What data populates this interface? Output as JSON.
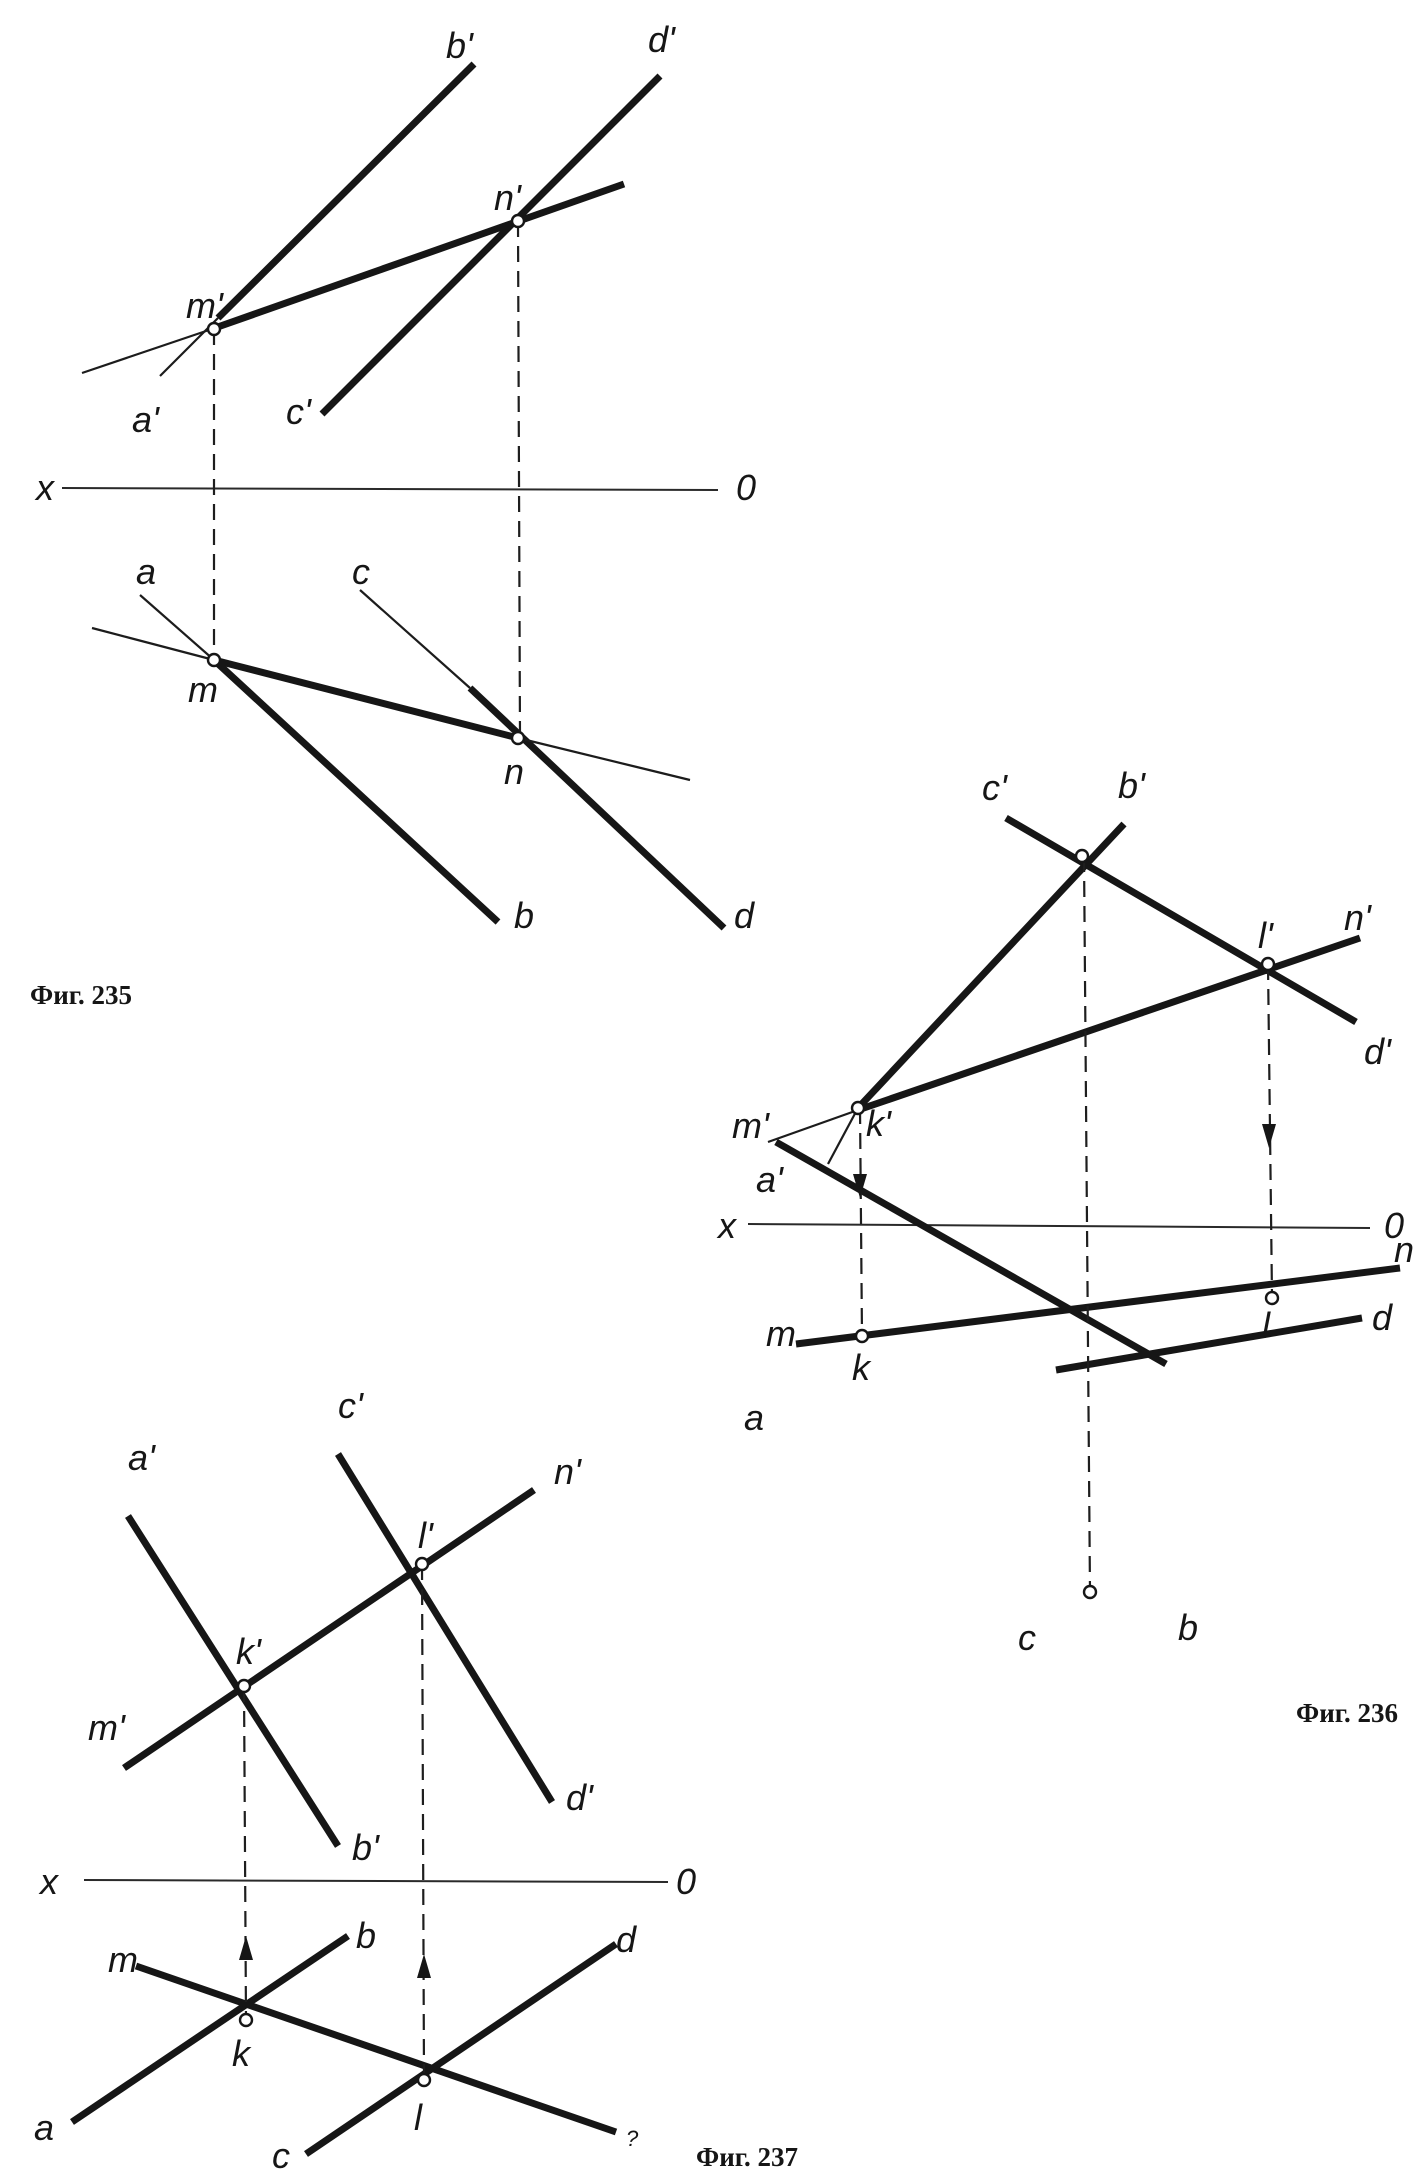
{
  "fig235": {
    "caption": "Фиг. 235",
    "labels": {
      "b_prime": "b'",
      "d_prime": "d'",
      "n_prime": "n'",
      "m_prime": "m'",
      "a_prime": "a'",
      "c_prime": "c'",
      "x": "x",
      "o": "0",
      "a": "a",
      "c": "c",
      "m": "m",
      "n": "n",
      "b": "b",
      "d": "d"
    }
  },
  "fig236": {
    "caption": "Фиг. 236",
    "labels": {
      "c_prime": "c'",
      "b_prime": "b'",
      "l_prime": "l'",
      "n_prime": "n'",
      "d_prime": "d'",
      "m_prime": "m'",
      "k_prime": "k'",
      "a_prime": "a'",
      "x": "x",
      "o": "0",
      "n": "n",
      "d": "d",
      "l": "l",
      "m": "m",
      "k": "k",
      "a": "a",
      "c": "c",
      "b": "b"
    }
  },
  "fig237": {
    "caption": "Фиг. 237",
    "labels": {
      "c_prime": "c'",
      "a_prime": "a'",
      "n_prime": "n'",
      "l_prime": "l'",
      "k_prime": "k'",
      "m_prime": "m'",
      "d_prime": "d'",
      "b_prime": "b'",
      "x": "x",
      "o": "0",
      "m": "m",
      "b": "b",
      "d": "d",
      "k": "k",
      "a": "a",
      "l": "l",
      "c": "c",
      "end_mark": "?"
    }
  }
}
